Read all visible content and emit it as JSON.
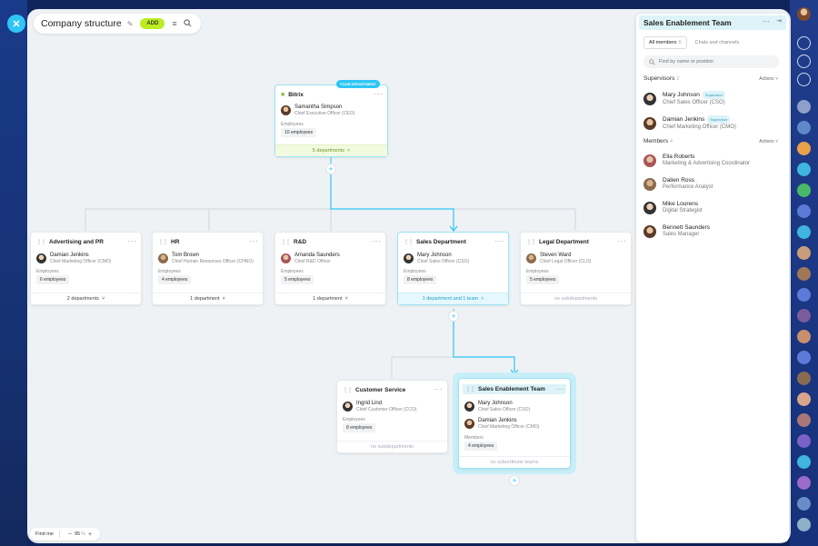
{
  "close_icon": "close-icon",
  "topbar": {
    "title": "Company structure",
    "add_label": "ADD"
  },
  "zoom": {
    "find_me": "Find me",
    "minus": "−",
    "level": "95",
    "unit": "%",
    "plus": "+"
  },
  "root": {
    "name": "Bitrix",
    "badge": "YOUR DEPARTMENT",
    "head_name": "Samantha Simpson",
    "head_role": "Chief Executive Officer (CEO)",
    "employees_label": "Employees",
    "employees": "10 employees",
    "footer": "5 departments"
  },
  "departments": [
    {
      "name": "Advertising and PR",
      "head_name": "Damian Jenkins",
      "head_role": "Chief Marketing Officer (CMO)",
      "employees_label": "Employees",
      "employees": "6 employees",
      "footer": "2 departments"
    },
    {
      "name": "HR",
      "head_name": "Tom Brown",
      "head_role": "Chief Human Resources Officer (CHRO)",
      "employees_label": "Employees",
      "employees": "4 employees",
      "footer": "1 department"
    },
    {
      "name": "R&D",
      "head_name": "Amanda Saunders",
      "head_role": "Chief R&D Officer",
      "employees_label": "Employees",
      "employees": "5 employees",
      "footer": "1 department"
    },
    {
      "name": "Sales Department",
      "head_name": "Mary Johnson",
      "head_role": "Chief Sales Officer (CSO)",
      "employees_label": "Employees",
      "employees": "8 employees",
      "footer": "1 department and 1 team"
    },
    {
      "name": "Legal Department",
      "head_name": "Steven Ward",
      "head_role": "Chief Legal Officer (CLO)",
      "employees_label": "Employees",
      "employees": "5 employees",
      "footer": "no subdepartments"
    }
  ],
  "customer_service": {
    "name": "Customer Service",
    "head_name": "Ingrid Lind",
    "head_role": "Chief Customer Officer (CCO)",
    "employees_label": "Employees",
    "employees": "8 employees",
    "footer": "no subdepartments"
  },
  "team": {
    "name": "Sales Enablement Team",
    "p1_name": "Mary Johnson",
    "p1_role": "Chief Sales Officer (CSO)",
    "p2_name": "Damian Jenkins",
    "p2_role": "Chief Marketing Officer (CMO)",
    "members_label": "Members",
    "members": "4 employees",
    "footer": "no subordinate teams"
  },
  "panel": {
    "title": "Sales Enablement Team",
    "tab_all": "All members",
    "tab_all_count": "6",
    "tab_chats": "Chats and channels",
    "search_placeholder": "Find by name or position",
    "supervisors_label": "Supervisors",
    "supervisors_count": "2",
    "members_label": "Members",
    "members_count": "4",
    "actions_label": "Actions",
    "supervisor_badge": "Supervisor",
    "supervisors": [
      {
        "name": "Mary Johnson",
        "role": "Chief Sales Officer (CSO)"
      },
      {
        "name": "Damian Jenkins",
        "role": "Chief Marketing Officer (CMO)"
      }
    ],
    "members": [
      {
        "name": "Ella Roberts",
        "role": "Marketing & Advertising Coordinator"
      },
      {
        "name": "Dalien Ross",
        "role": "Performance Analyst"
      },
      {
        "name": "Mike Lourens",
        "role": "Digital Strategist"
      },
      {
        "name": "Bennett Saunders",
        "role": "Sales Manager"
      }
    ]
  }
}
